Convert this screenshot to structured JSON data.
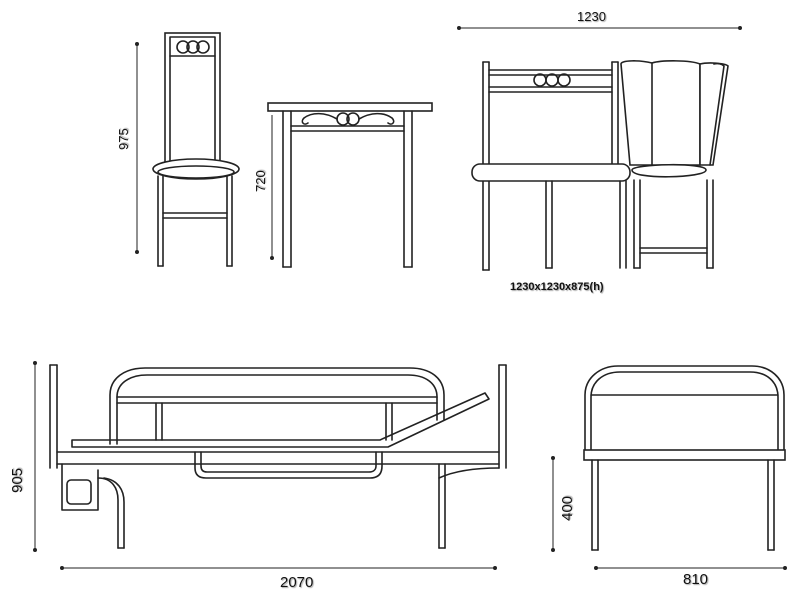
{
  "dimensions": {
    "chair_height": "975",
    "table_height": "720",
    "corner_width": "1230",
    "corner_size": "1230x1230x875(h)",
    "bed_height": "905",
    "bed_length": "2070",
    "bench_seat_height": "400",
    "bench_width": "810"
  }
}
